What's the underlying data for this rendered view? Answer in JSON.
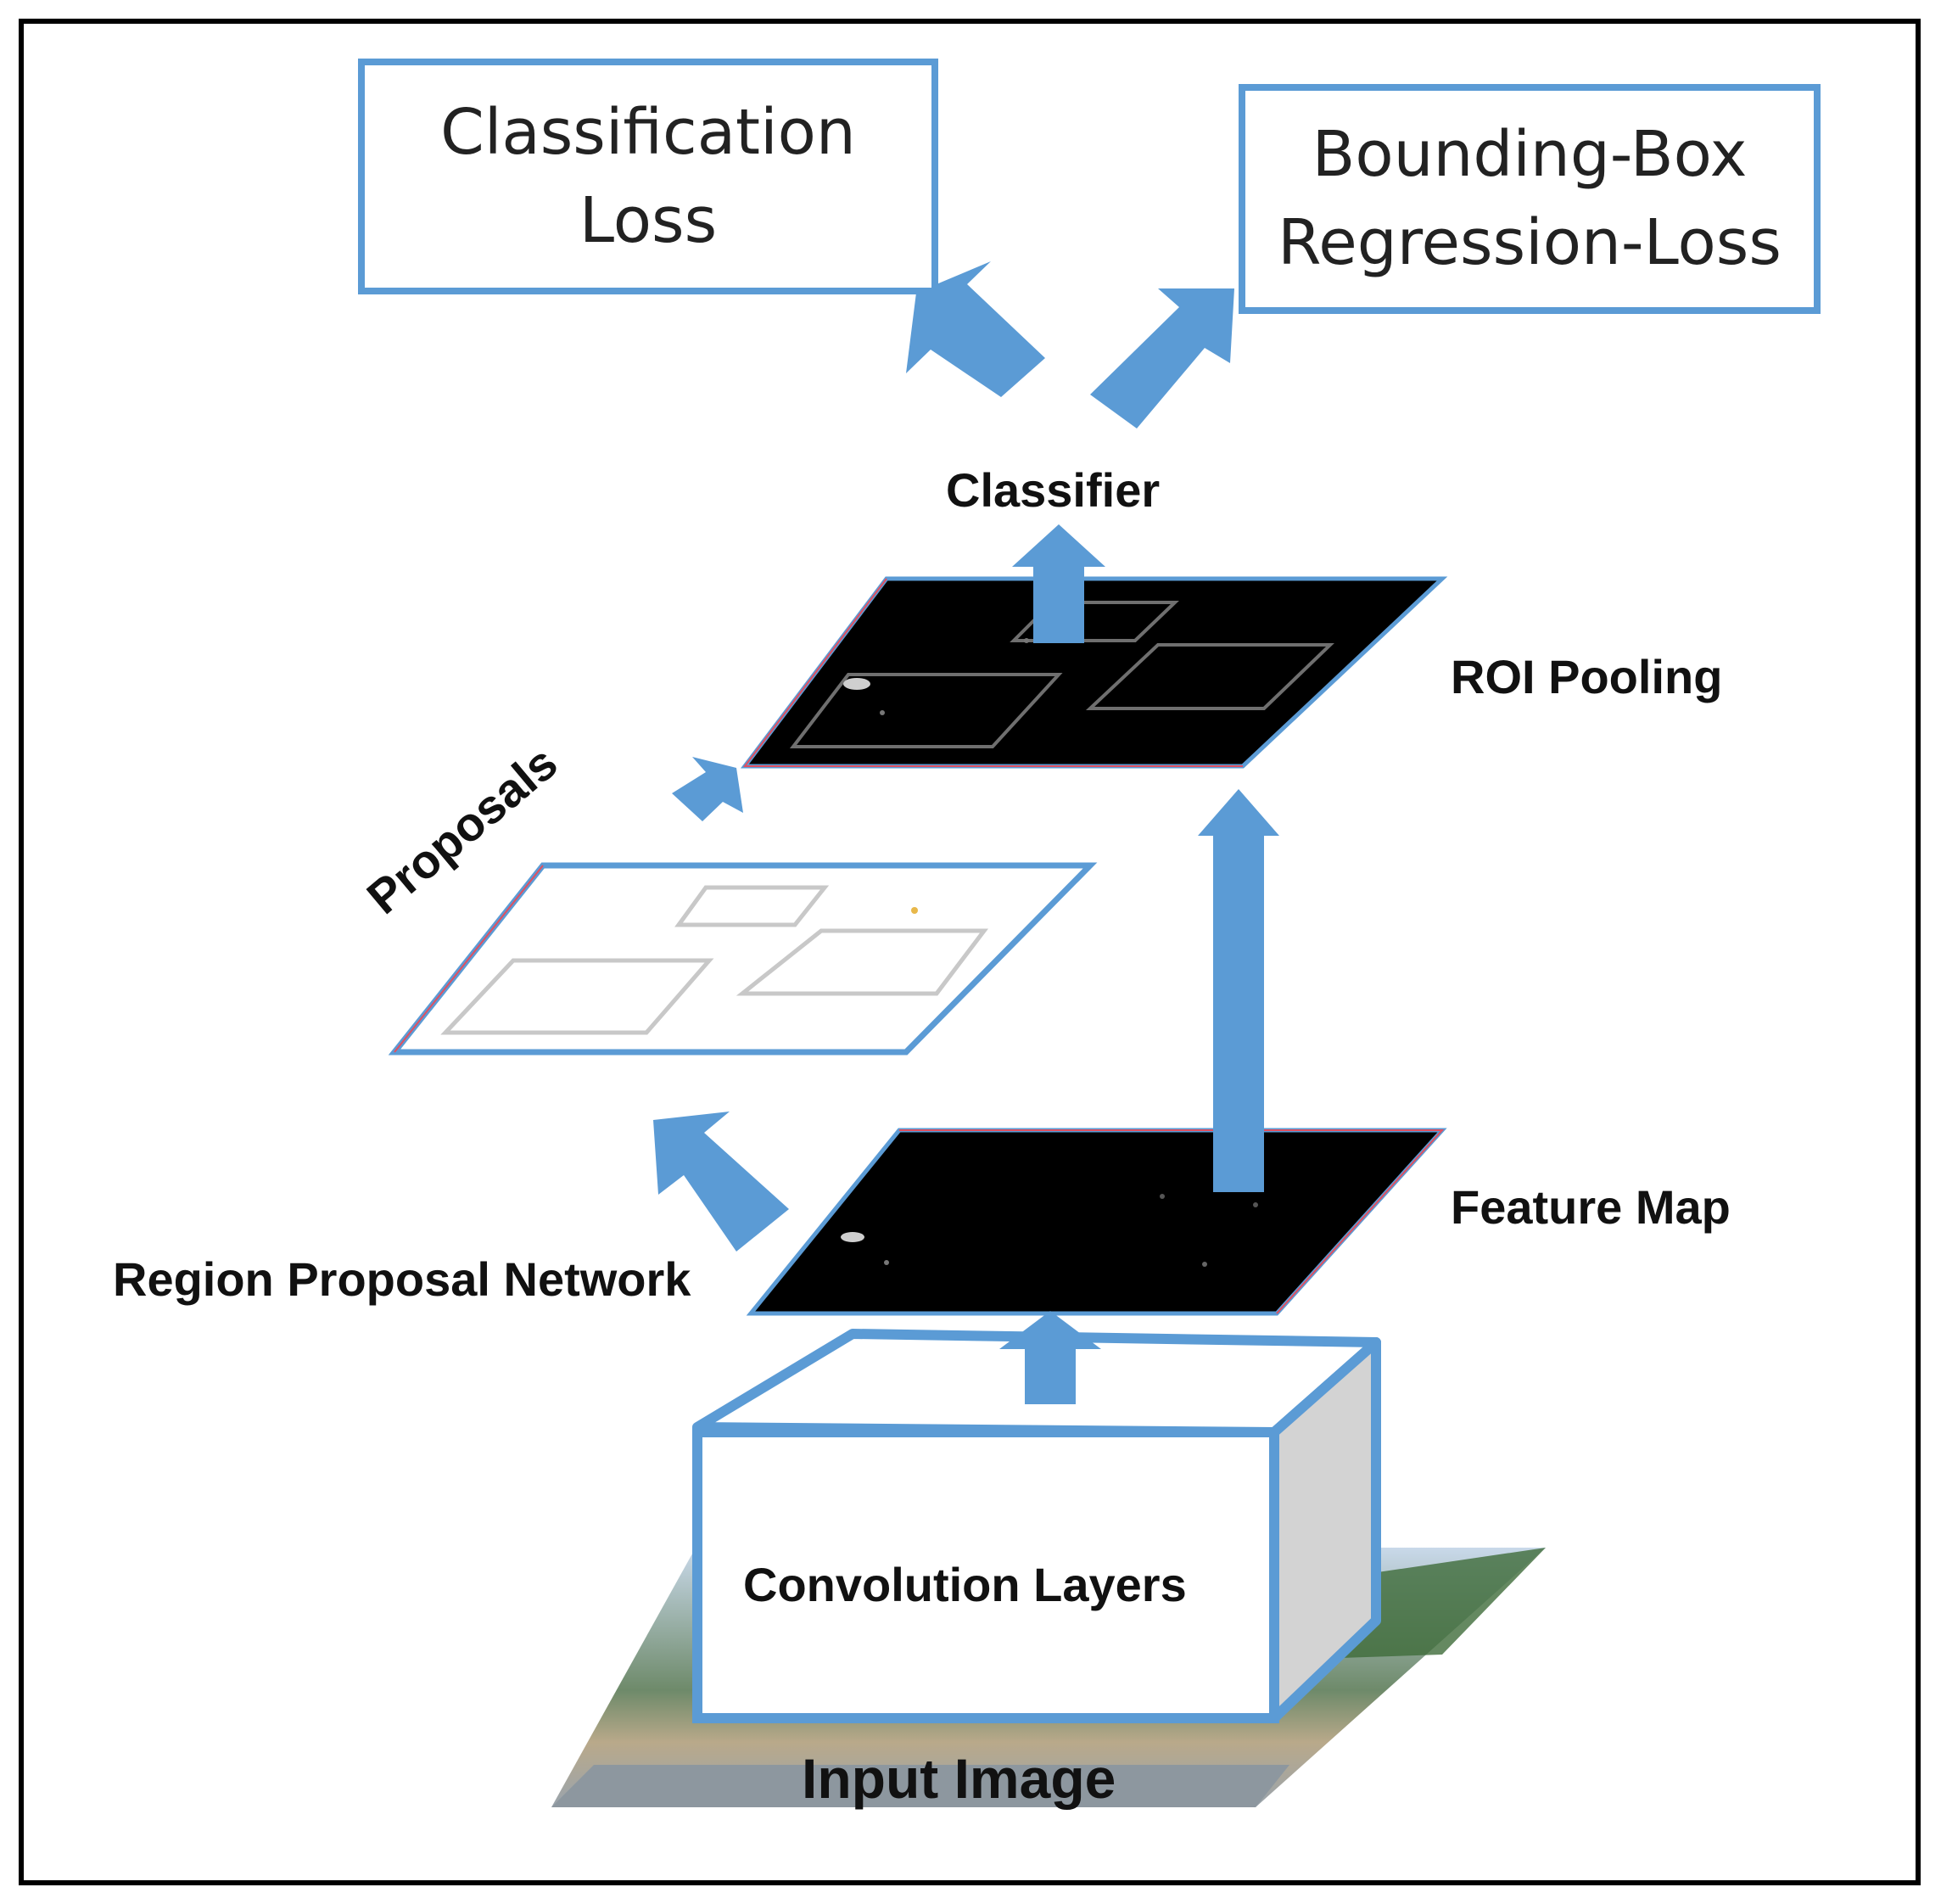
{
  "colors": {
    "accent_blue": "#5b9bd5",
    "arrow_blue": "#5b9bd5",
    "map_fill": "#000000",
    "frame": "#000000"
  },
  "top_boxes": {
    "classification_line1": "Classification",
    "classification_line2": "Loss",
    "bbox_line1": "Bounding-Box",
    "bbox_line2": "Regression-Loss"
  },
  "labels": {
    "classifier": "Classifier",
    "roi_pooling": "ROI Pooling",
    "proposals": "Proposals",
    "feature_map": "Feature Map",
    "region_proposal_network": "Region Proposal Network",
    "convolution_layers": "Convolution Layers",
    "input_image": "Input Image"
  }
}
